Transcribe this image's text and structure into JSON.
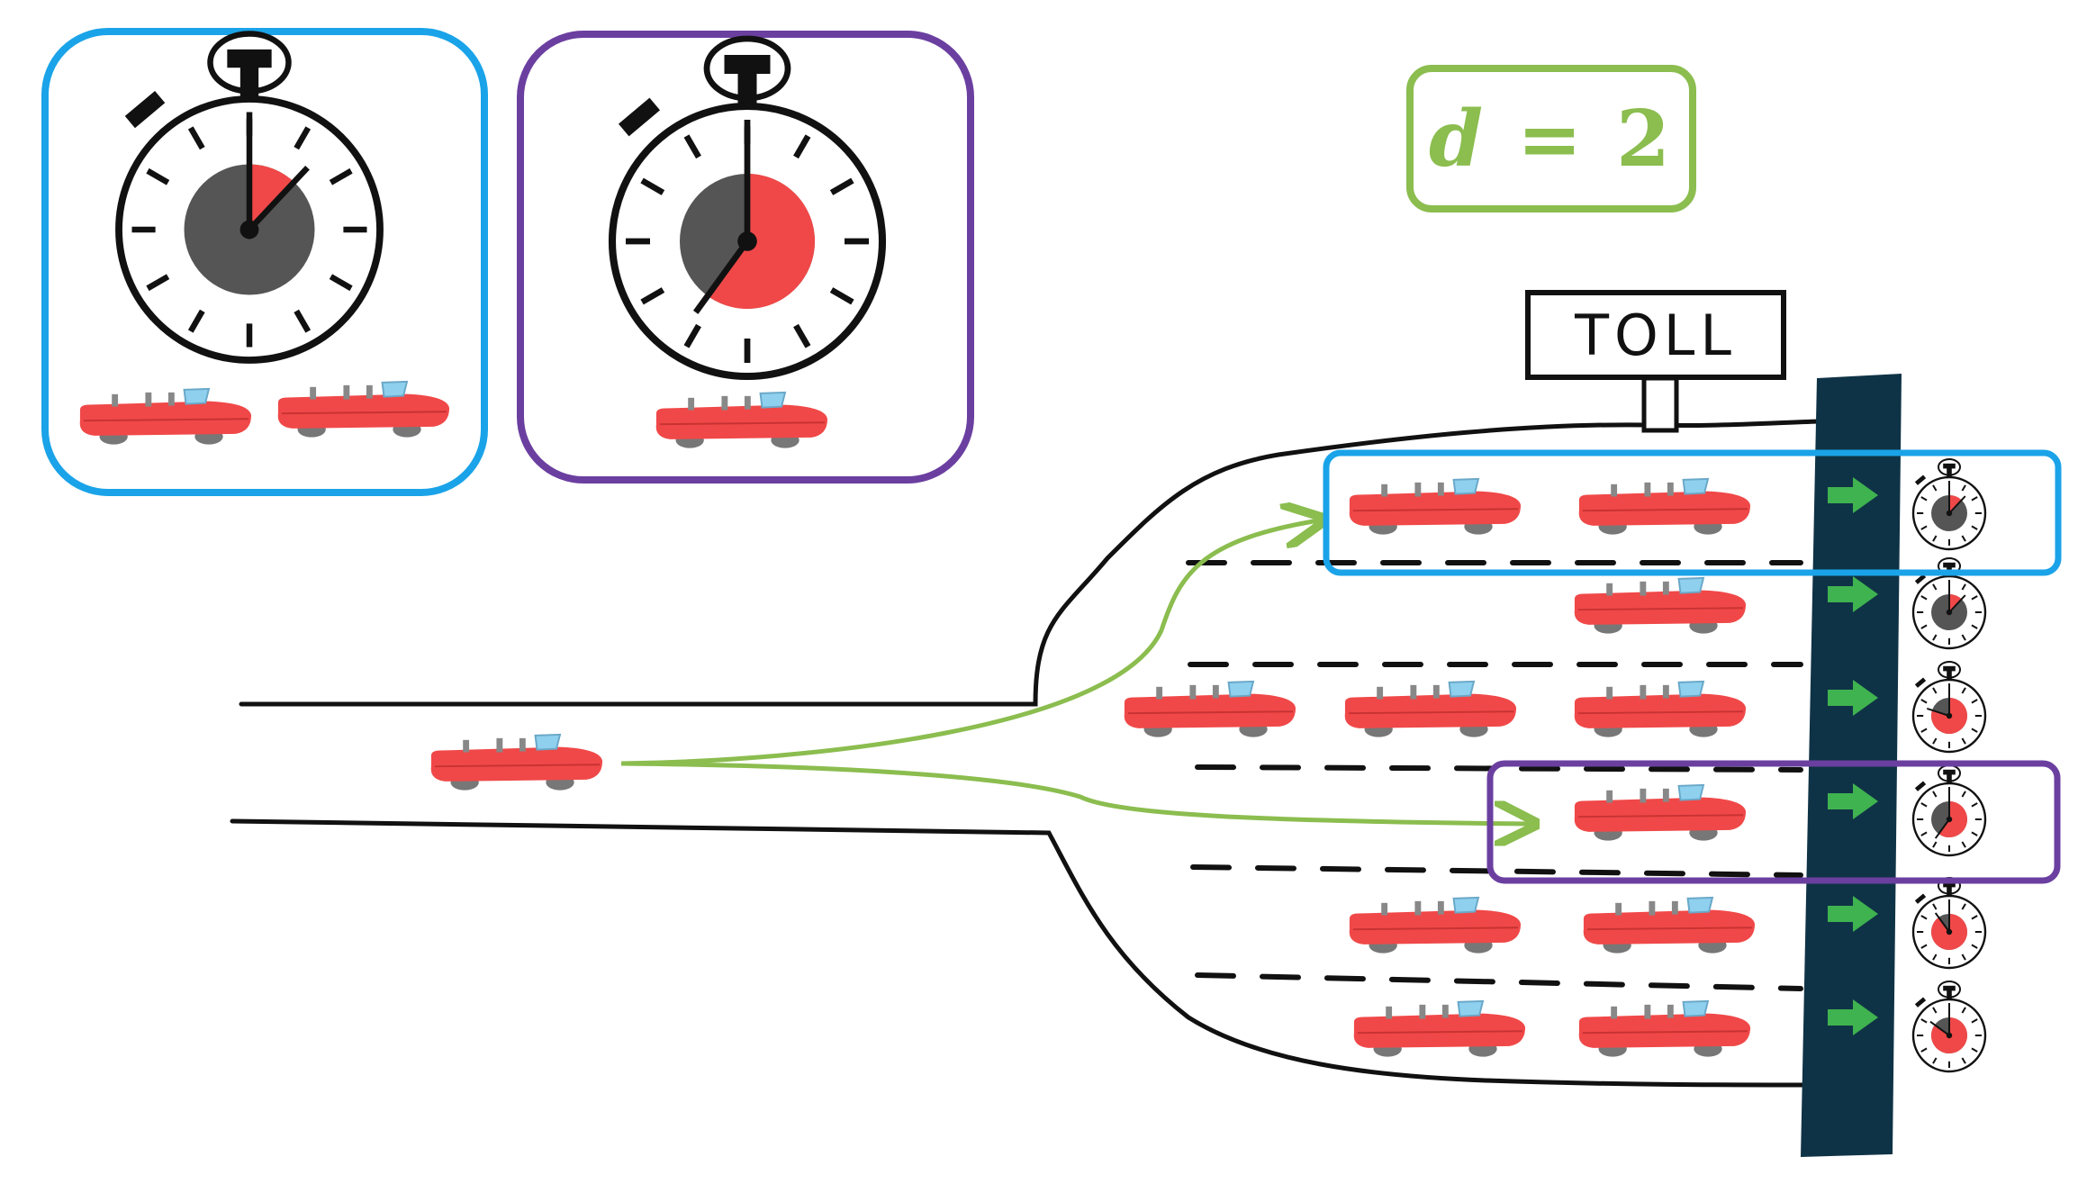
{
  "d_label": {
    "var": "d",
    "rest": " = 2"
  },
  "toll_sign": "TOLL",
  "colors": {
    "blue_box": "#1aa3e8",
    "purple_box": "#6b3fa0",
    "green": "#8bbd4f",
    "booth": "#0f3346",
    "car_body": "#f04848",
    "stopwatch_dark": "#555555",
    "stopwatch_red": "#f04848"
  },
  "lanes": [
    {
      "cars": 2,
      "stopwatch_fill": 0.12,
      "highlight": "blue"
    },
    {
      "cars": 1,
      "stopwatch_fill": 0.12,
      "highlight": "none"
    },
    {
      "cars": 3,
      "stopwatch_fill": 0.8,
      "highlight": "none"
    },
    {
      "cars": 1,
      "stopwatch_fill": 0.6,
      "highlight": "purple"
    },
    {
      "cars": 2,
      "stopwatch_fill": 0.9,
      "highlight": "none"
    },
    {
      "cars": 2,
      "stopwatch_fill": 0.85,
      "highlight": "none"
    }
  ],
  "inset_panels": [
    {
      "color": "blue",
      "cars": 2,
      "stopwatch_fill": 0.12
    },
    {
      "color": "purple",
      "cars": 1,
      "stopwatch_fill": 0.6
    }
  ]
}
